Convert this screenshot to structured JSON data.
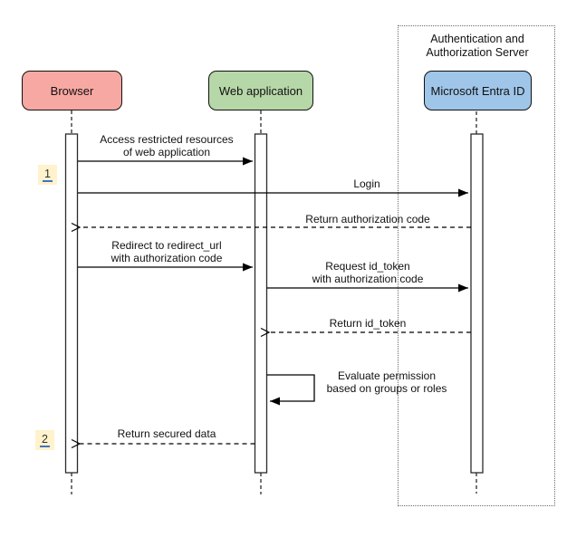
{
  "diagram": {
    "type": "uml-sequence",
    "frame": {
      "label": "Authentication and\nAuthorization Server"
    },
    "participants": [
      {
        "id": "browser",
        "label": "Browser",
        "fill": "#F8A8A2"
      },
      {
        "id": "web-application",
        "label": "Web application",
        "fill": "#B6D7A8"
      },
      {
        "id": "microsoft-entra-id",
        "label": "Microsoft Entra ID",
        "fill": "#9FC5E8"
      }
    ],
    "step_markers": [
      {
        "label": "1"
      },
      {
        "label": "2"
      }
    ],
    "messages": [
      {
        "from": "browser",
        "to": "web-application",
        "style": "solid",
        "text": "Access restricted resources\nof web application"
      },
      {
        "from": "browser",
        "to": "microsoft-entra-id",
        "style": "solid",
        "text": "Login"
      },
      {
        "from": "microsoft-entra-id",
        "to": "browser",
        "style": "dashed",
        "text": "Return authorization code"
      },
      {
        "from": "browser",
        "to": "web-application",
        "style": "solid",
        "text": "Redirect to redirect_url\nwith authorization code"
      },
      {
        "from": "web-application",
        "to": "microsoft-entra-id",
        "style": "solid",
        "text": "Request id_token\nwith authorization code"
      },
      {
        "from": "microsoft-entra-id",
        "to": "web-application",
        "style": "dashed",
        "text": "Return id_token"
      },
      {
        "from": "web-application",
        "to": "web-application",
        "style": "self",
        "text": "Evaluate permission\nbased on groups or roles"
      },
      {
        "from": "web-application",
        "to": "browser",
        "style": "dashed",
        "text": "Return secured data"
      }
    ],
    "colors": {
      "marker_bg": "#FFF2CC",
      "marker_underline": "#4472C4",
      "line": "#000000",
      "frame_border": "#6B6B6B"
    }
  }
}
